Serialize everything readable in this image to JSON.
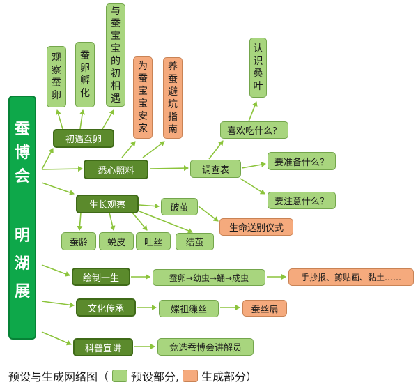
{
  "title": {
    "part1": "蚕博会",
    "part2": "明湖展"
  },
  "nodes": {
    "chuyu": "初遇蚕卵",
    "guancha_canluan": "观察蚕卵",
    "canluan_fuhua": "蚕卵孵化",
    "yu_canbaobao": "与蚕宝宝的初相遇",
    "xixin": "悉心照料",
    "anjia": "为蚕宝宝安家",
    "bikeng": "养蚕避坑指南",
    "diaocha": "调查表",
    "xihuan": "喜欢吃什么？",
    "sangye": "认识桑叶",
    "zhunbei": "要准备什么？",
    "zhuyi": "要注意什么？",
    "zhangguancha": "生长观察",
    "pojian": "破茧",
    "songbie": "生命送别仪式",
    "canling": "蚕龄",
    "tuipi": "蜕皮",
    "tusi": "吐丝",
    "jiejian": "结茧",
    "huizhi": "绘制一生",
    "shengming": "蚕卵→幼虫→蛹→成虫",
    "shouchao": "手抄报、剪贴画、黏土……",
    "wenhua": "文化传承",
    "leizu": "嫘祖缫丝",
    "cansishan": "蚕丝扇",
    "kepu": "科普宣讲",
    "jingxuan": "竞选蚕博会讲解员"
  },
  "legend": {
    "prefix": "预设与生成网络图（",
    "preset": "预设部分,",
    "generated": "生成部分）"
  },
  "colors": {
    "title_green": "#0ea84a",
    "dark_green": "#5b8a2c",
    "light_green": "#a8d57e",
    "orange": "#f5aa7d",
    "arrow": "#8cc43c"
  }
}
